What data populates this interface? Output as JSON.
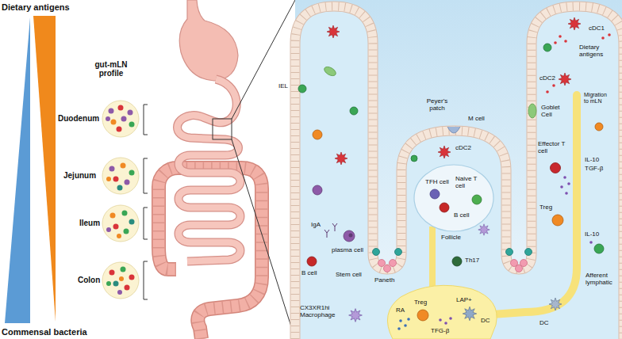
{
  "diagram": {
    "labels": [
      "Dietary antigens",
      "gut-mLN profile",
      "Duodenum",
      "Jejunum",
      "Ileum",
      "Colon",
      "Commensal bacteria",
      "IEL",
      "IgA",
      "plasma cell",
      "B cell",
      "Stem cell",
      "Paneth",
      "CX3XR1hi Macrophage",
      "Peyer's patch",
      "M cell",
      "cDC2",
      "TFH cell",
      "Naive T cell",
      "Follicle",
      "B cell",
      "Th17",
      "RA",
      "Treg",
      "LAP+",
      "DC",
      "TFG-β",
      "cDC1",
      "Dietary antigens",
      "cDC2",
      "Goblet Cell",
      "Migration to mLN",
      "Effector T cell",
      "IL-10",
      "TGF-β",
      "Treg",
      "IL-10",
      "Afferent lymphatic",
      "DC"
    ]
  }
}
